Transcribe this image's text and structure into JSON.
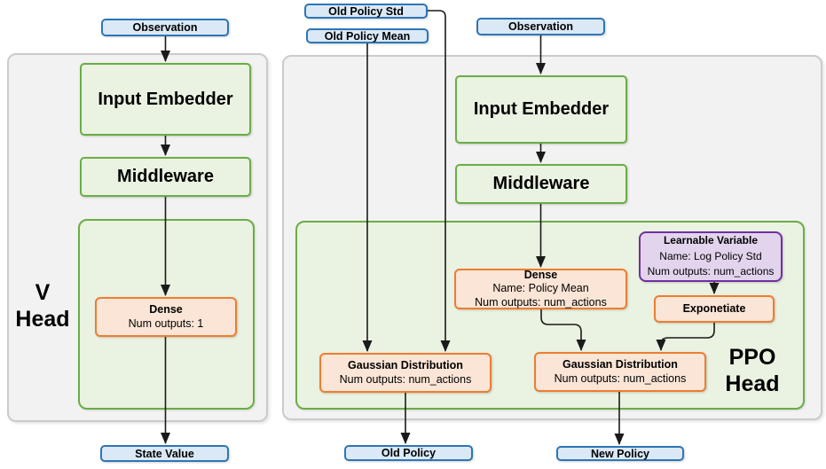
{
  "diagram": {
    "colors": {
      "blue_fill": "#DBE9F6",
      "blue_border": "#2E75B6",
      "green_fill": "#EAF2E1",
      "green_border": "#6AAD45",
      "orange_fill": "#FBE5D6",
      "orange_border": "#ED7D31",
      "purple_fill": "#E2D4ED",
      "purple_border": "#7030A0",
      "panel_fill": "#F2F2F2",
      "panel_border": "#CBCBCB",
      "arrow": "#1a1a1a"
    },
    "v_head": {
      "label_line1": "V",
      "label_line2": "Head",
      "observation": "Observation",
      "input_embedder": "Input Embedder",
      "middleware": "Middleware",
      "dense_title": "Dense",
      "dense_outputs": "Num outputs: 1",
      "state_value": "State Value"
    },
    "ppo_head": {
      "label_line1": "PPO",
      "label_line2": "Head",
      "old_policy_std": "Old Policy Std",
      "old_policy_mean": "Old Policy Mean",
      "observation": "Observation",
      "input_embedder": "Input Embedder",
      "middleware": "Middleware",
      "dense_title": "Dense",
      "dense_name": "Name: Policy Mean",
      "dense_outputs": "Num outputs: num_actions",
      "learnable_title": "Learnable Variable",
      "learnable_name": "Name: Log Policy Std",
      "learnable_outputs": "Num outputs: num_actions",
      "exponetiate": "Exponetiate",
      "gaussian_old_title": "Gaussian Distribution",
      "gaussian_old_outputs": "Num outputs: num_actions",
      "gaussian_new_title": "Gaussian Distribution",
      "gaussian_new_outputs": "Num outputs: num_actions",
      "old_policy": "Old Policy",
      "new_policy": "New Policy"
    }
  }
}
